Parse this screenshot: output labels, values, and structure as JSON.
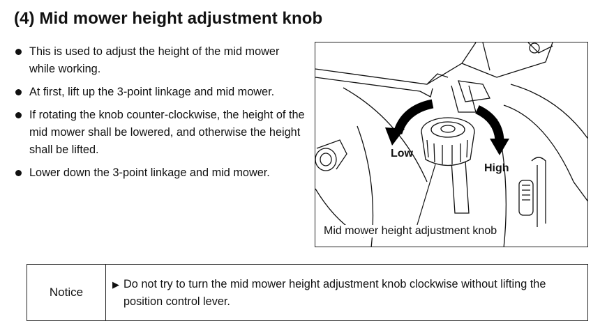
{
  "title": "(4) Mid mower height adjustment knob",
  "bullets": [
    "This is used to adjust the height of the mid mower while working.",
    "At first, lift up the 3-point linkage and mid mower.",
    "If rotating the knob counter-clockwise, the height of the mid mower shall be lowered, and otherwise the height shall be lifted.",
    "Lower down the 3-point linkage and mid mower."
  ],
  "figure": {
    "low_label": "Low",
    "high_label": "High",
    "caption": "Mid mower height adjustment knob"
  },
  "notice": {
    "heading": "Notice",
    "marker": "▶",
    "text": "Do not try to turn the mid mower height adjustment knob clockwise without lifting the position control lever."
  }
}
